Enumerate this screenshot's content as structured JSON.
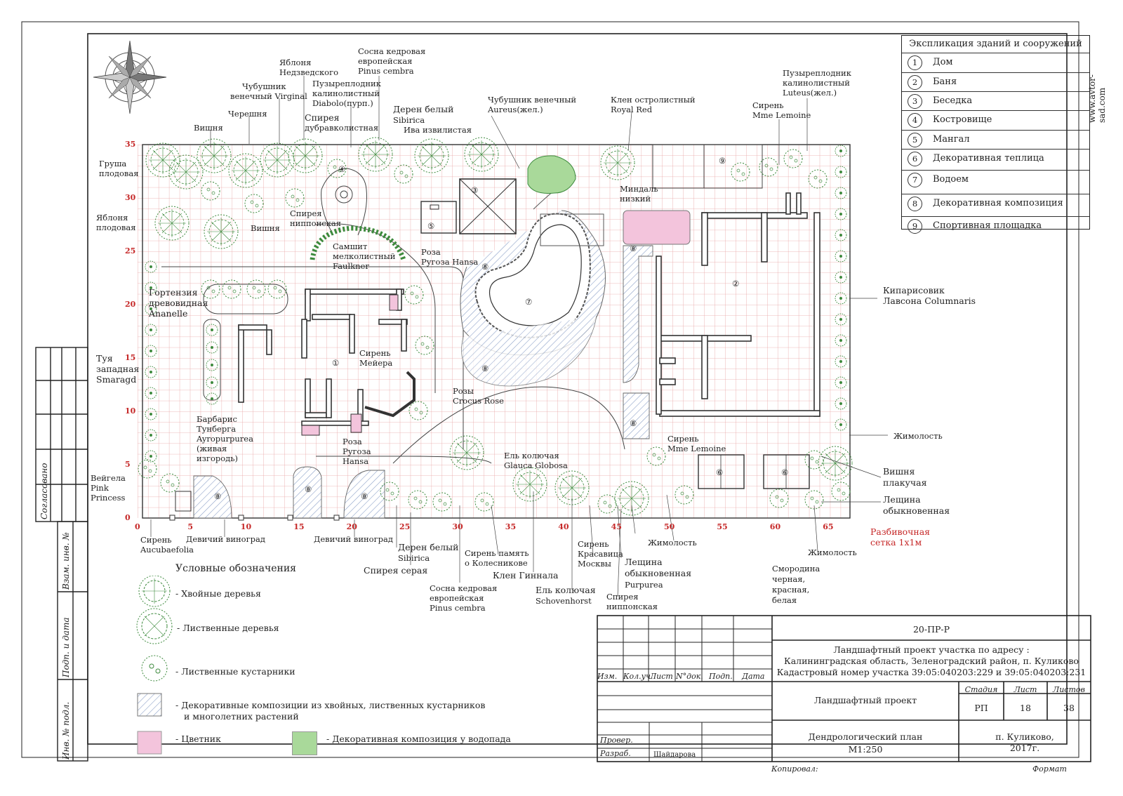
{
  "site": "www.avtor-sad.com",
  "explication": {
    "title": "Экспликация зданий и сооружений",
    "items": [
      {
        "n": "1",
        "label": "Дом"
      },
      {
        "n": "2",
        "label": "Баня"
      },
      {
        "n": "3",
        "label": "Беседка"
      },
      {
        "n": "4",
        "label": "Костровище"
      },
      {
        "n": "5",
        "label": "Мангал"
      },
      {
        "n": "6",
        "label": "Декоративная теплица"
      },
      {
        "n": "7",
        "label": "Водоем"
      },
      {
        "n": "8",
        "label": "Декоративная композиция"
      },
      {
        "n": "9",
        "label": "Спортивная площадка"
      }
    ]
  },
  "grid": {
    "x_ticks": [
      "0",
      "5",
      "10",
      "15",
      "20",
      "25",
      "30",
      "35",
      "40",
      "45",
      "50",
      "55",
      "60",
      "65"
    ],
    "y_ticks": [
      "35",
      "30",
      "25",
      "20",
      "15",
      "10",
      "5",
      "0"
    ],
    "note": [
      "Разбивочная",
      "сетка 1х1м"
    ]
  },
  "labels": {
    "l01": "Сосна кедровая",
    "l02": "европейская",
    "l03": "Pinus cembra",
    "l04": "Яблоня",
    "l05": "Недзведского",
    "l06": "Чубушник",
    "l07": "венечный Virginal",
    "l08": "Пузыреплодник",
    "l09": "калинолистный",
    "l10": "Diabolo(пурп.)",
    "l11": "Спирея",
    "l12": "дубравколистная",
    "l13": "Черешня",
    "l14": "Вишня",
    "l15": "Дерен белый",
    "l16": "Sibirica",
    "l17": "Ива извилистая",
    "l18": "Чубушник венечный",
    "l19": "Aureus(жел.)",
    "l20": "Клен остролистный",
    "l21": "Royal Red",
    "l22": "Пузыреплодник",
    "l23": "калинолистный",
    "l24": "Luteus(жел.)",
    "l25": "Сирень",
    "l26": "Mme Lemoine",
    "l27": "Груша",
    "l28": "плодовая",
    "l29": "Яблоня",
    "l30": "плодовая",
    "l31": "Вишня",
    "l32": "Спирея",
    "l33": "ниппонская",
    "l34": "Самшит",
    "l35": "мелколистный",
    "l36": "Faulkner",
    "l37": "Роза",
    "l38": "Ругоза Hansa",
    "l39": "Миндаль",
    "l40": "низкий",
    "l41": "Гортензия",
    "l42": "древовидная",
    "l43": "Ananelle",
    "l44": "Кипарисовик",
    "l45": "Лавсона Columnaris",
    "l46": "Туя",
    "l47": "западная",
    "l48": "Smaragd",
    "l49": "Сирень",
    "l50": "Мейера",
    "l51": "Розы",
    "l52": "Crocus Rose",
    "l53": "Барбарис",
    "l54": "Тунберга",
    "l55": "Ayropurpurea",
    "l56": "(живая",
    "l57": "изгородь)",
    "l58": "Роза",
    "l59": "Ругоза",
    "l60": "Hansa",
    "l61": "Ель колючая",
    "l62": "Glauca Globosa",
    "l63": "Сирень",
    "l64": "Mme Lemoine",
    "l65": "Жимолость",
    "l66": "Вишня",
    "l67": "плакучая",
    "l68": "Лещина",
    "l69": "обыкновенная",
    "l70": "Вейгела",
    "l71": "Pink",
    "l72": "Princess",
    "l73": "Сирень",
    "l74": "Aucubaefolia",
    "l75": "Девичий виноград",
    "l76": "Девичий виноград",
    "l77": "Дерен белый",
    "l78": "Sibirica",
    "l79": "Спирея серая",
    "l80": "Сосна кедровая",
    "l81": "европейская",
    "l82": "Pinus cembra",
    "l83": "Сирень память",
    "l84": "о Колесникове",
    "l85": "Клен Гиннала",
    "l86": "Ель колючая",
    "l87": "Schovenhorst",
    "l88": "Сирень",
    "l89": "Красавица",
    "l90": "Москвы",
    "l91": "Спирея",
    "l92": "ниппонская",
    "l93": "Лещина",
    "l94": "обыкновенная",
    "l95": "Purpurea",
    "l96": "Жимолость",
    "l97": "Смородина",
    "l98": "черная,",
    "l99": "красная,",
    "l100": "белая",
    "l101": "Жимолость"
  },
  "legend": {
    "title": "Условные обозначения",
    "conifer": "- Хвойные деревья",
    "deciduous": "-  Лиственные деревья",
    "shrubs": "-  Лиственные кустарники",
    "compositions_1": "-  Декоративные композиции из хвойных, лиственных кустарников",
    "compositions_2": "и многолетних растений",
    "flowerbed": "-  Цветник",
    "waterfall": "- Декоративная композиция у водопада"
  },
  "side_stamp": {
    "agreed": "Согласовано",
    "inv_replace": "Взам. инв. №",
    "sign_date": "Подп. и дата",
    "inv_orig": "Инв. № подл."
  },
  "title_block": {
    "code": "20-ПР-Р",
    "address_1": "Ландшафтный проект участка по адресу :",
    "address_2": "Калининградская область, Зеленоградский район, п. Куликово",
    "address_3": "Кадастровый номер участка 39:05:040203:229 и 39:05:040203:231",
    "headers": [
      "Изм.",
      "Кол.уч.",
      "Лист",
      "N°док.",
      "Подп.",
      "Дата"
    ],
    "project": "Ландшафтный проект",
    "stage_h": "Стадия",
    "sheet_h": "Лист",
    "sheets_h": "Листов",
    "stage": "РП",
    "sheet": "18",
    "sheets": "38",
    "plan_1": "Дендрологический план",
    "plan_2": "М1:250",
    "place_1": "п. Куликово,",
    "place_2": "2017г.",
    "checked": "Провер.",
    "developed": "Разраб.",
    "author": "Шайдарова",
    "copied": "Копировал:",
    "format": "Формат"
  },
  "colors": {
    "grid": "#e8a3a3",
    "flowerbed": "#f3c4dc",
    "waterfall": "#a9d99a",
    "hatch": "#8fa3c9",
    "tree": "#3d8a3d"
  }
}
